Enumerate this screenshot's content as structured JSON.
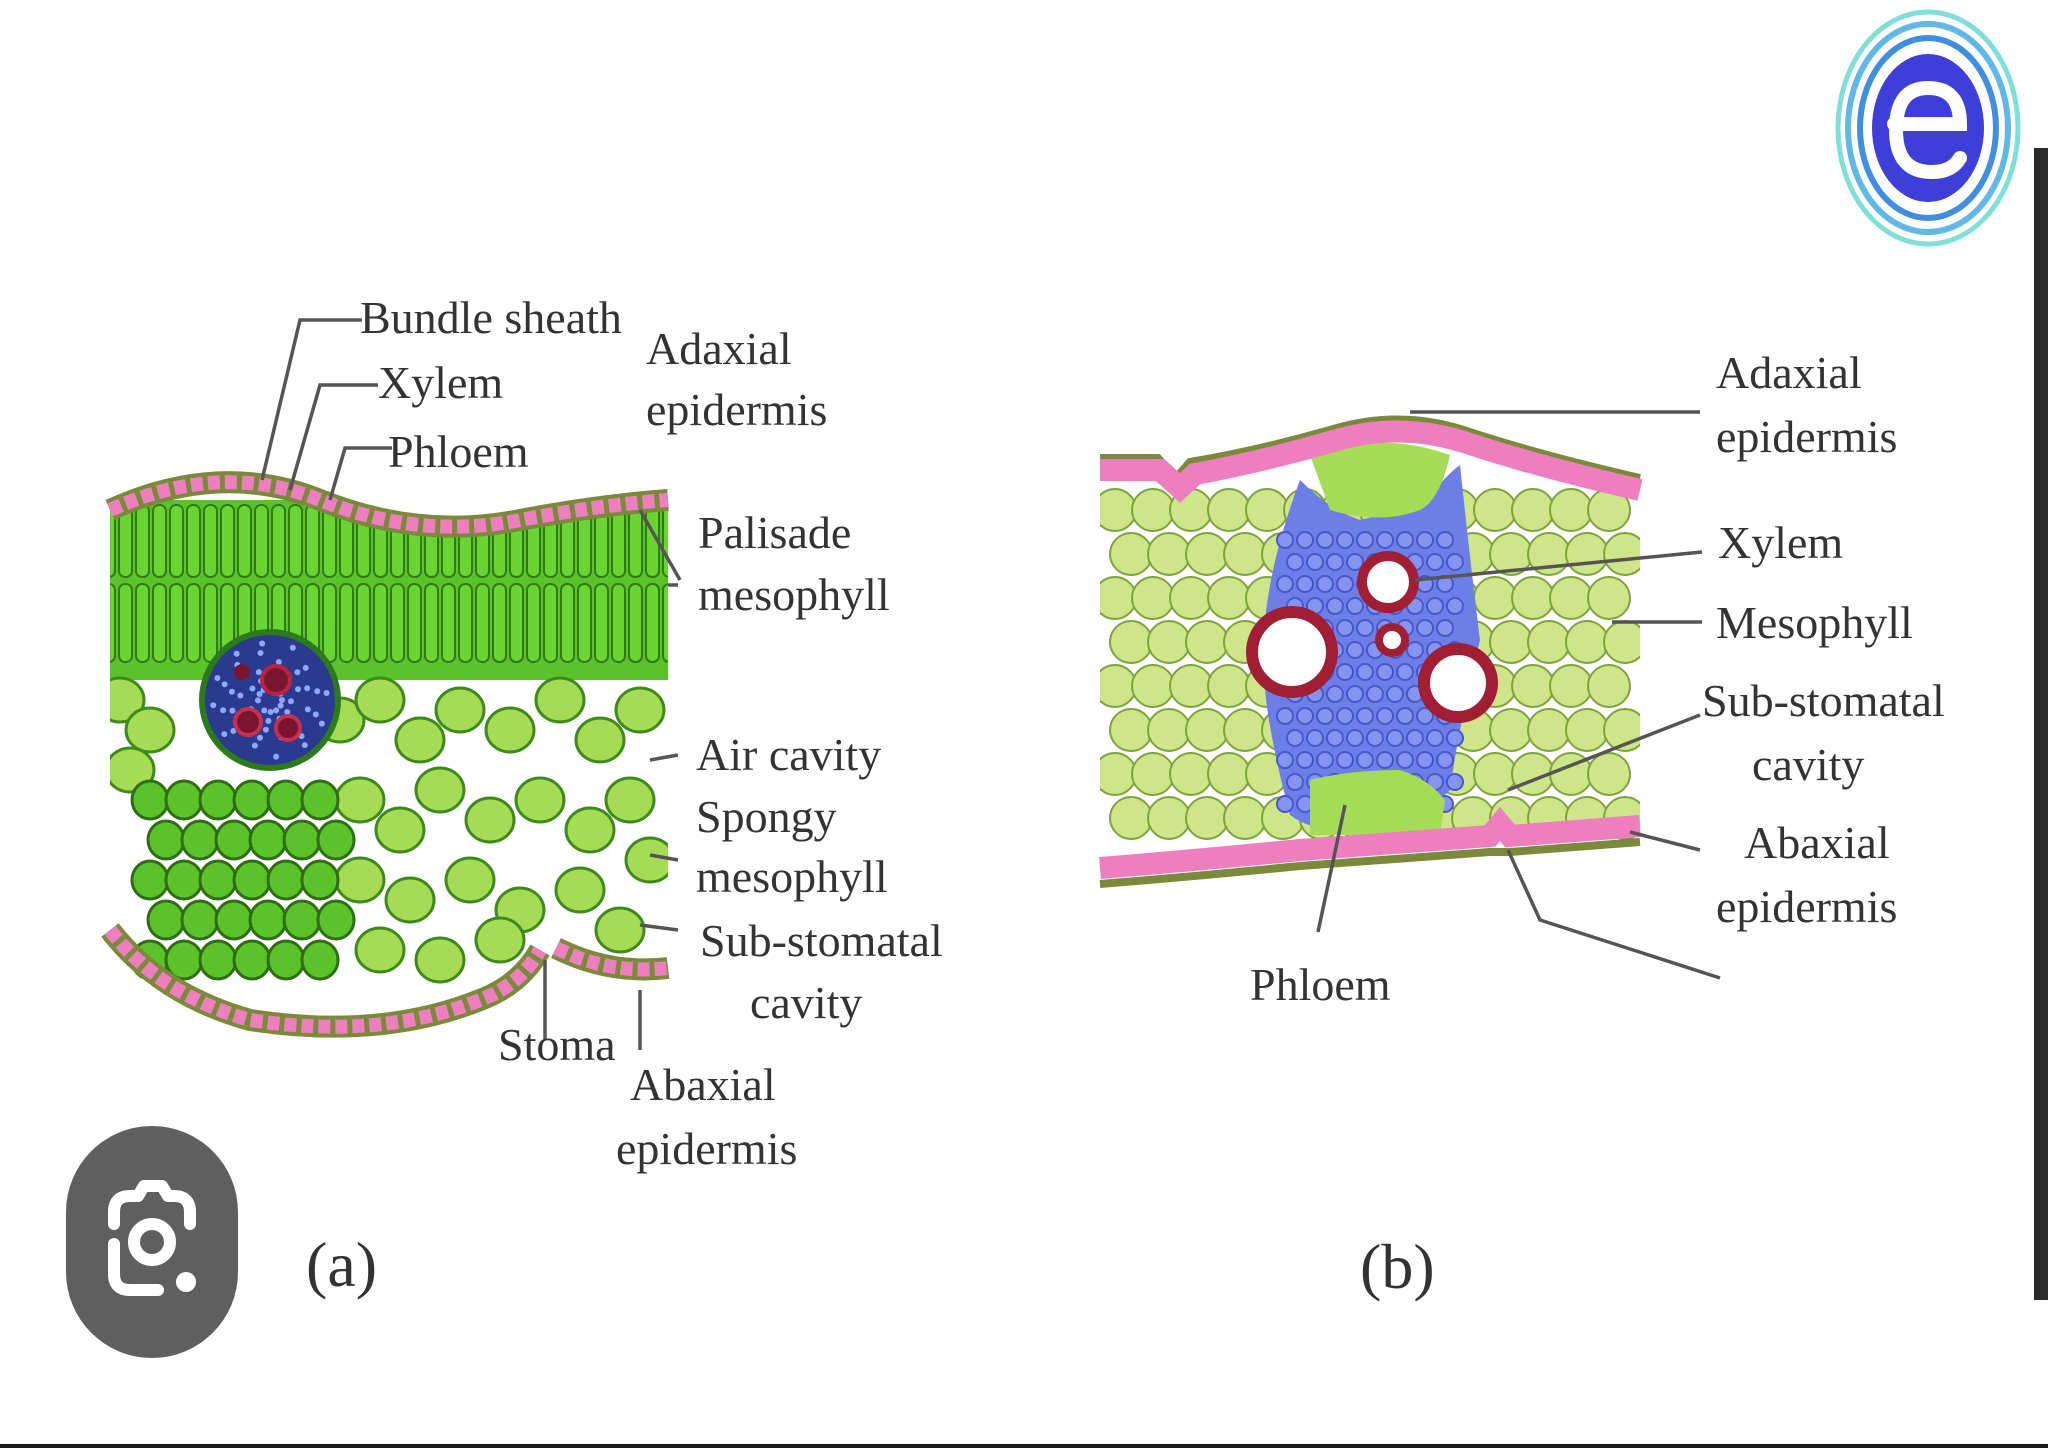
{
  "figure_a": {
    "caption": "(a)",
    "labels": {
      "bundle_sheath": "Bundle sheath",
      "xylem": "Xylem",
      "phloem": "Phloem",
      "adaxial_1": "Adaxial",
      "adaxial_2": "epidermis",
      "palisade_1": "Palisade",
      "palisade_2": "mesophyll",
      "air_cavity": "Air cavity",
      "spongy_1": "Spongy",
      "spongy_2": "mesophyll",
      "substomatal_1": "Sub-stomatal",
      "substomatal_2": "cavity",
      "stoma": "Stoma",
      "abaxial_1": "Abaxial",
      "abaxial_2": "epidermis"
    }
  },
  "figure_b": {
    "caption": "(b)",
    "labels": {
      "adaxial_1": "Adaxial",
      "adaxial_2": "epidermis",
      "xylem": "Xylem",
      "mesophyll": "Mesophyll",
      "substomatal_1": "Sub-stomatal",
      "substomatal_2": "cavity",
      "abaxial_1": "Abaxial",
      "abaxial_2": "epidermis",
      "phloem": "Phloem"
    }
  },
  "icons": {
    "brand": "brand-logo-icon",
    "lens": "visual-search-icon"
  },
  "colors": {
    "epidermis": "#ee7fbf",
    "palisade": "#5cc22a",
    "spongy": "#a6db55",
    "vascular": "#6d7fe6",
    "xylem_ring": "#a01f34",
    "mesophyll_b": "#cfe58a"
  }
}
